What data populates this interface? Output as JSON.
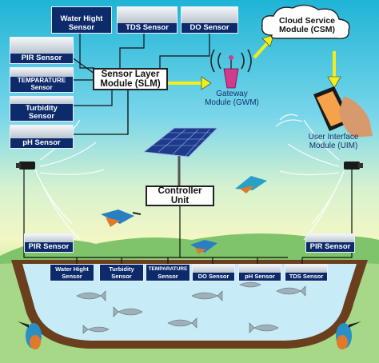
{
  "sensors_top": [
    {
      "name": "Water Hight",
      "sub": "Sensor"
    },
    {
      "name": "TDS Sensor"
    },
    {
      "name": "DO Sensor"
    }
  ],
  "sensors_left": [
    {
      "name": "PIR Sensor"
    },
    {
      "name": "TEMPARATURE",
      "sub": "Sensor"
    },
    {
      "name": "Turbidity",
      "sub": "Sensor"
    },
    {
      "name": "pH Sensor"
    }
  ],
  "slm": {
    "line1": "Sensor Layer",
    "line2": "Module (SLM)"
  },
  "csm": {
    "line1": "Cloud Service",
    "line2": "Module (CSM)"
  },
  "gwm": {
    "line1": "Gateway",
    "line2": "Module (GWM)"
  },
  "uim": {
    "line1": "User Interface",
    "line2": "Module (UIM)"
  },
  "controller": {
    "line1": "Controller",
    "line2": "Unit"
  },
  "pond_pir": {
    "left": "PIR Sensor",
    "right": "PIR Sensor"
  },
  "pond_sensors": [
    {
      "name": "Water Hight",
      "sub": "Sensor"
    },
    {
      "name": "Turbidity",
      "sub": "Sensor"
    },
    {
      "name": "TEMPARATURE",
      "sub": "Sensor"
    },
    {
      "name": "DO Sensor"
    },
    {
      "name": "pH Sensor"
    },
    {
      "name": "TDS Sensor"
    }
  ],
  "colors": {
    "module_bg": "#ffffff",
    "sensor_bg": "#0d2a6b",
    "arrow": "#f2ee1a",
    "water": "#c7ecf7",
    "bank": "#6a3f1d"
  },
  "icons": [
    "solar-panel-icon",
    "antenna-icon",
    "cloud-icon",
    "smartphone-icon",
    "camera-icon",
    "kingfisher-icon",
    "fish-icon"
  ]
}
